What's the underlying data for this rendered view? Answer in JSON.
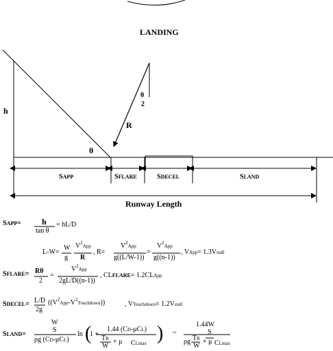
{
  "title": "LANDING",
  "diagram": {
    "label_h": "h",
    "label_theta": "θ",
    "label_R": "R",
    "label_theta_over": "θ",
    "label_over_2": "2",
    "seg_app": "S",
    "seg_app_sub": "APP",
    "seg_flare": "S",
    "seg_flare_sub": "FLARE",
    "seg_decel": "S",
    "seg_decel_sub": "DECEL",
    "seg_land": "S",
    "seg_land_sub": "LAND",
    "runway_label": "Runway Length"
  },
  "equations": {
    "sapp_lhs": "S",
    "sapp_sub": "APP",
    "sapp_eq": "=",
    "sapp_num": "h",
    "sapp_den": "tan θ",
    "sapp_rhs": "= hL/D",
    "lw_lhs": "L-W=",
    "lw_num_w": "W",
    "lw_den_g": "g",
    "lw_v": "V",
    "lw_v_sup": "2",
    "lw_v_sub": "App",
    "lw_R": "R",
    "lw_R_eq": ", R=",
    "lw_R_den1": "g((L/W-1))",
    "lw_eq2": "=",
    "lw_R_den2": "g((n-1))",
    "lw_vapp": ", V",
    "lw_vapp_sub": "App",
    "lw_vapp_rhs": "= 1.3V",
    "lw_vstall_sub": "stall",
    "sflare_lhs": "S",
    "sflare_sub": "FLARE",
    "sflare_eq": "=",
    "sflare_num": "Rθ",
    "sflare_den": "2",
    "sflare_den2": "2gL/D((n-1))",
    "sflare_cl": ", CL",
    "sflare_cl_sub": "FLARE",
    "sflare_cl_rhs": "= 1.2CL",
    "sflare_cl_rhs_sub": "App",
    "sdecel_lhs": "S",
    "sdecel_sub": "DECEL",
    "sdecel_eq": "=",
    "sdecel_num": "L/D",
    "sdecel_den": "2g",
    "sdecel_v1": "V",
    "sdecel_v1_sub": "App",
    "sdecel_minus": "-V",
    "sdecel_v2_sub": "Touchdown",
    "sdecel_vtd": ", V",
    "sdecel_vtd_sub": "Touchdown",
    "sdecel_vtd_rhs": "= 1.2V",
    "sdecel_vstall_sub": "stall",
    "sland_lhs": "S",
    "sland_sub": "LAND",
    "sland_eq": "=",
    "sland_num_w": "W",
    "sland_num_s": "S",
    "sland_den": "ρg (C",
    "sland_den_d": "D",
    "sland_den_mid": "-μC",
    "sland_den_l": "L",
    "sland_den_end": ")",
    "sland_ln": "ln",
    "sland_one": "1 +",
    "sland_144": "1.44 (C",
    "sland_144_d": "D",
    "sland_144_mid": "-μC",
    "sland_144_l": "L",
    "sland_144_end": ")",
    "sland_tr": "T",
    "sland_tr_sub": "R",
    "sland_w": "W",
    "sland_plus_mu": "+ μ",
    "sland_clmax": "C",
    "sland_clmax_sub": "Lmax",
    "sland_approx": "~",
    "sland_r_144w": "1.44",
    "sland_r_w": "W",
    "sland_r_s": "S",
    "sland_r_den": "ρg",
    "sland_r_tr": "T",
    "sland_r_tr_sub": "R",
    "sland_r_w2": "W",
    "sland_r_plus_mu": "+ μ",
    "sland_r_clmax": "C",
    "sland_r_clmax_sub": "Lmax"
  }
}
